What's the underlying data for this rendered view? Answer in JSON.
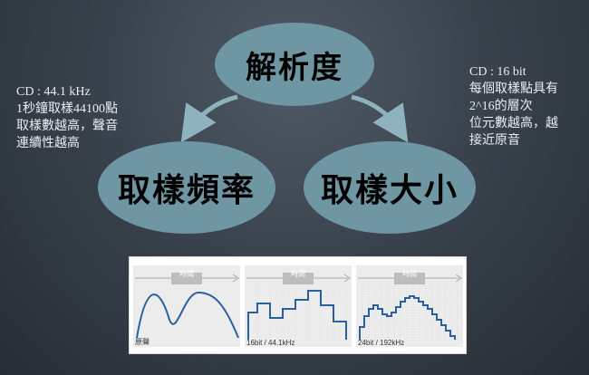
{
  "nodes": {
    "top": "解析度",
    "left": "取樣頻率",
    "right": "取樣大小"
  },
  "notes": {
    "left": "CD : 44.1 kHz\n1秒鐘取樣44100點\n取樣數越高，聲音\n連續性越高",
    "right": "CD : 16 bit\n每個取樣點具有\n2^16的層次\n位元數越高，越\n接近原音"
  },
  "waveforms": [
    {
      "time_label": "時間",
      "caption": "原聲"
    },
    {
      "time_label": "時間",
      "caption": "16bit / 44.1kHz"
    },
    {
      "time_label": "時間",
      "caption": "24bit / 192kHz"
    }
  ],
  "colors": {
    "node": "#6e97a3",
    "arrow": "#8fb3be",
    "wave": "#2a5fa0"
  }
}
